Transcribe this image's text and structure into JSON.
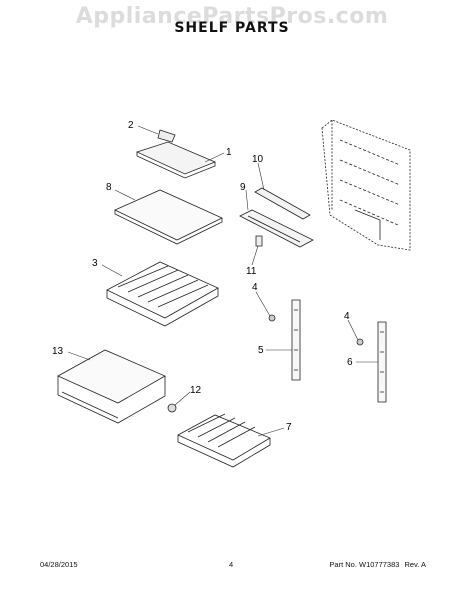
{
  "watermark": "AppliancePartsPros.com",
  "title": "SHELF PARTS",
  "callouts": {
    "c1": "1",
    "c2": "2",
    "c3": "3",
    "c4a": "4",
    "c4b": "4",
    "c5": "5",
    "c6": "6",
    "c7": "7",
    "c8": "8",
    "c9": "9",
    "c10": "10",
    "c11": "11",
    "c12": "12",
    "c13": "13"
  },
  "footer": {
    "date": "04/28/2015",
    "page": "4",
    "part_no": "Part No. W10777383",
    "rev": "Rev. A"
  }
}
